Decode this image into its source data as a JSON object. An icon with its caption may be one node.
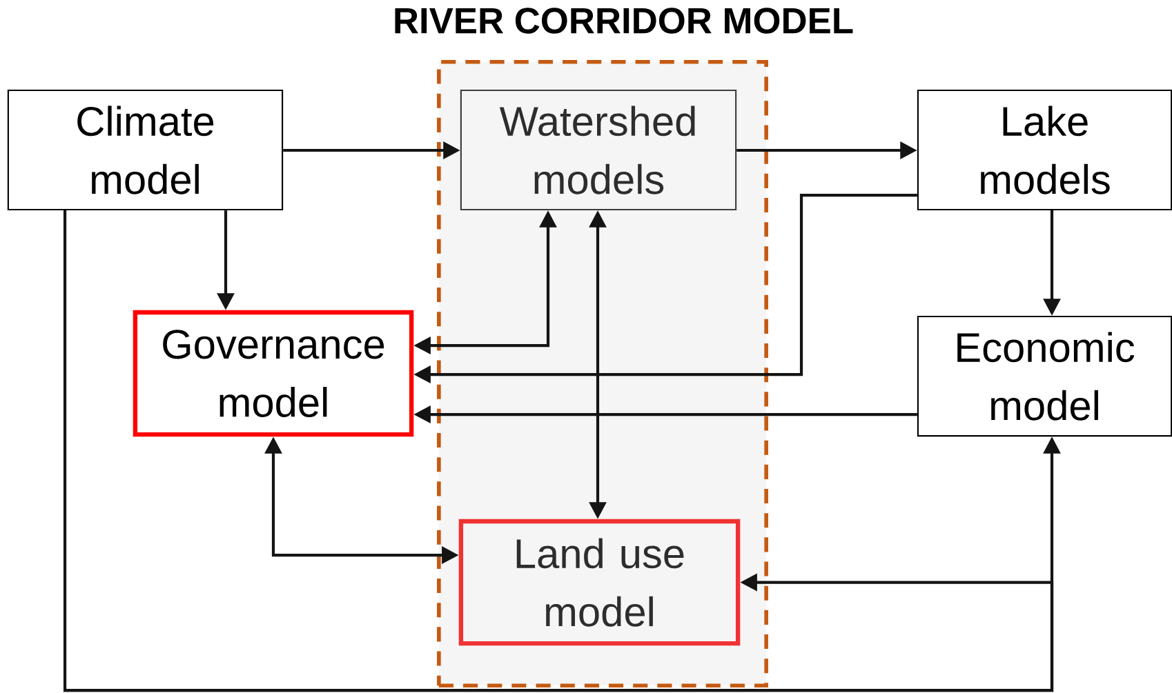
{
  "diagram": {
    "nodes": [
      {
        "text": [
          "RIVER CORRIDOR MODEL"
        ]
      },
      {
        "text": [
          "Climate model"
        ]
      },
      {
        "text": [
          "Watershed models"
        ],
        "in": 0
      },
      {
        "text": [
          "Lake models"
        ]
      },
      {
        "text": [
          "Governance model"
        ]
      },
      {
        "text": [
          "Economic model"
        ]
      },
      {
        "text": [
          "Land use model"
        ],
        "in": 0
      }
    ],
    "edges": [
      {
        "from": 1,
        "to": 2,
        "arrow": "to"
      },
      {
        "from": 2,
        "to": 3,
        "arrow": "to"
      },
      {
        "from": 1,
        "to": 4,
        "arrow": "to"
      },
      {
        "from": 3,
        "to": 5,
        "arrow": "to"
      },
      {
        "from": 2,
        "to": 4,
        "arrow": "both"
      },
      {
        "from": 3,
        "to": 4,
        "arrow": "to"
      },
      {
        "from": 5,
        "to": 4,
        "arrow": "to"
      },
      {
        "from": 2,
        "to": 6,
        "arrow": "both"
      },
      {
        "from": 4,
        "to": 6,
        "arrow": "both"
      },
      {
        "from": 1,
        "to": 5,
        "arrow": "to"
      },
      {
        "from": 1,
        "to": 6,
        "arrow": "to"
      }
    ]
  }
}
